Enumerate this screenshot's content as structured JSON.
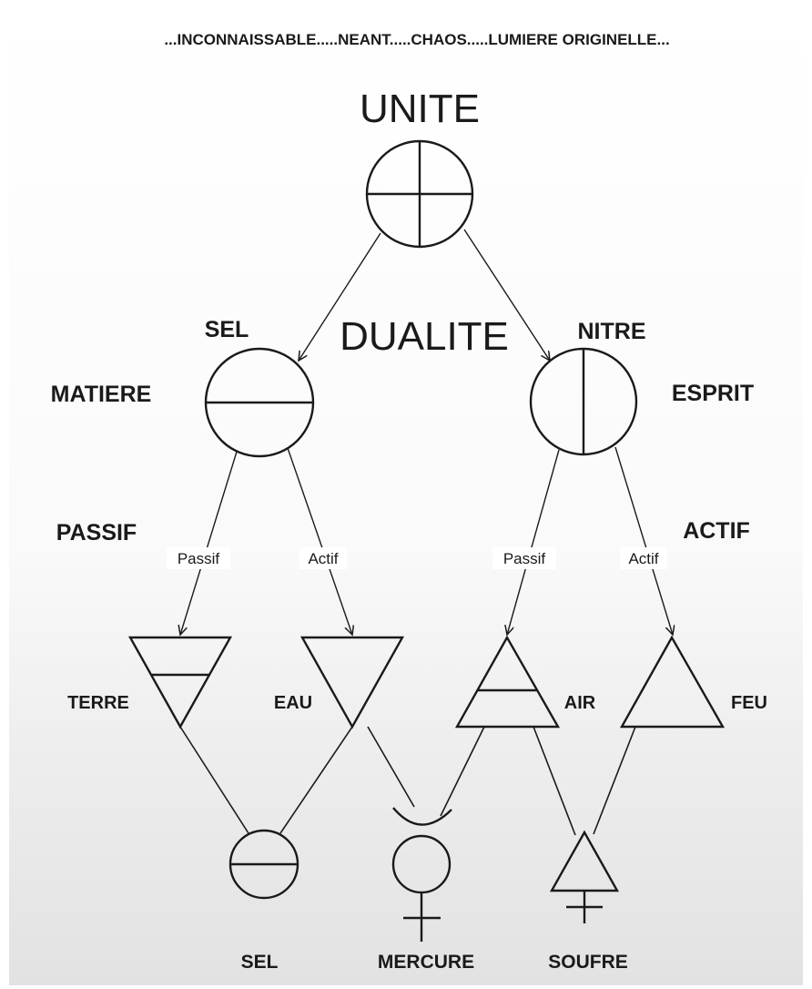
{
  "header": {
    "text": "...INCONNAISSABLE.....NEANT.....CHAOS.....LUMIERE ORIGINELLE..."
  },
  "levels": {
    "unity": "UNITE",
    "duality": "DUALITE"
  },
  "principles": {
    "left": {
      "name": "SEL",
      "quality": "MATIERE",
      "mode": "PASSIF"
    },
    "right": {
      "name": "NITRE",
      "quality": "ESPRIT",
      "mode": "ACTIF"
    }
  },
  "edge_labels": {
    "passive": "Passif",
    "active": "Actif"
  },
  "elements": {
    "earth": "TERRE",
    "water": "EAU",
    "air": "AIR",
    "fire": "FEU"
  },
  "products": {
    "salt": "SEL",
    "mercury": "MERCURE",
    "sulfur": "SOUFRE"
  },
  "icons": {
    "unity": "circle-quartered-icon",
    "salt": "circle-horizontal-bar-icon",
    "niter": "circle-vertical-bar-icon",
    "earth": "triangle-down-barred-icon",
    "water": "triangle-down-icon",
    "air": "triangle-up-barred-icon",
    "fire": "triangle-up-icon",
    "mercury": "mercury-icon",
    "sulfur": "sulfur-icon"
  }
}
